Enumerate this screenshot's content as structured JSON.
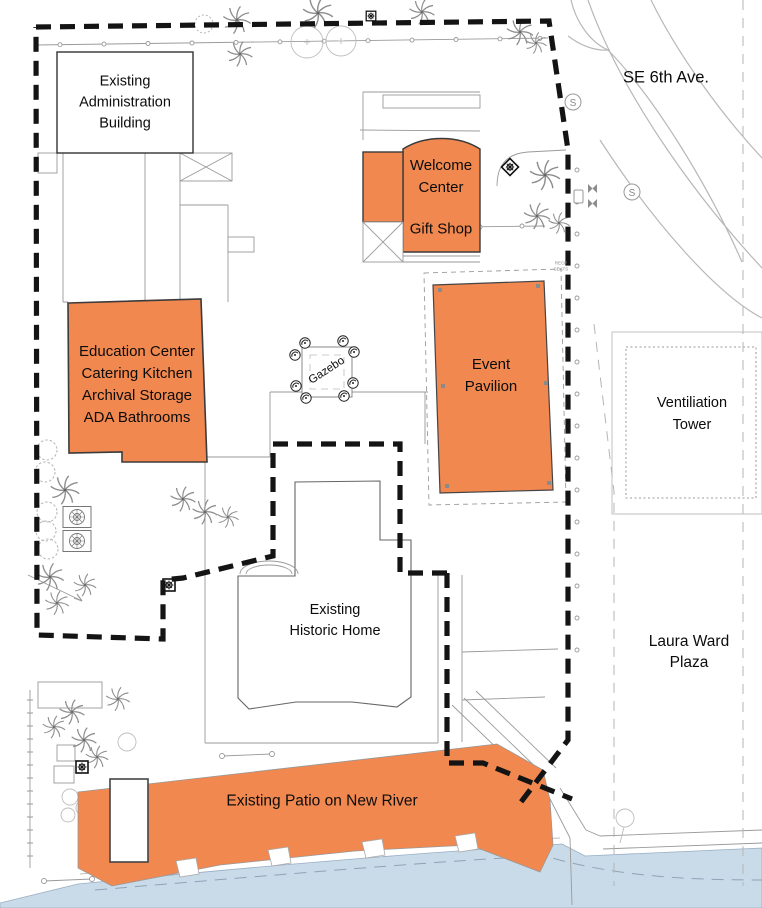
{
  "buildings": {
    "admin": {
      "lines": [
        "Existing",
        "Administration",
        "Building"
      ]
    },
    "welcome": {
      "lines": [
        "Welcome",
        "Center"
      ],
      "sub": "Gift Shop"
    },
    "education": {
      "lines": [
        "Education Center",
        "Catering Kitchen",
        "Archival Storage",
        "ADA Bathrooms"
      ]
    },
    "gazebo": {
      "label": "Gazebo"
    },
    "event": {
      "lines": [
        "Event",
        "Pavilion"
      ]
    },
    "home": {
      "lines": [
        "Existing",
        "Historic Home"
      ]
    },
    "patio": {
      "label": "Existing Patio on New River"
    }
  },
  "places": {
    "street": {
      "label": "SE 6th Ave."
    },
    "vent": {
      "lines": [
        "Ventiliation",
        "Tower"
      ]
    },
    "plaza": {
      "lines": [
        "Laura Ward",
        "Plaza"
      ]
    }
  },
  "annotations": {
    "dock_note": [
      "RECP",
      "SEATS"
    ],
    "s_symbol": "S"
  },
  "colors": {
    "highlight": "#F08850",
    "water": "#C9DAE9",
    "boundary": "#141414"
  }
}
